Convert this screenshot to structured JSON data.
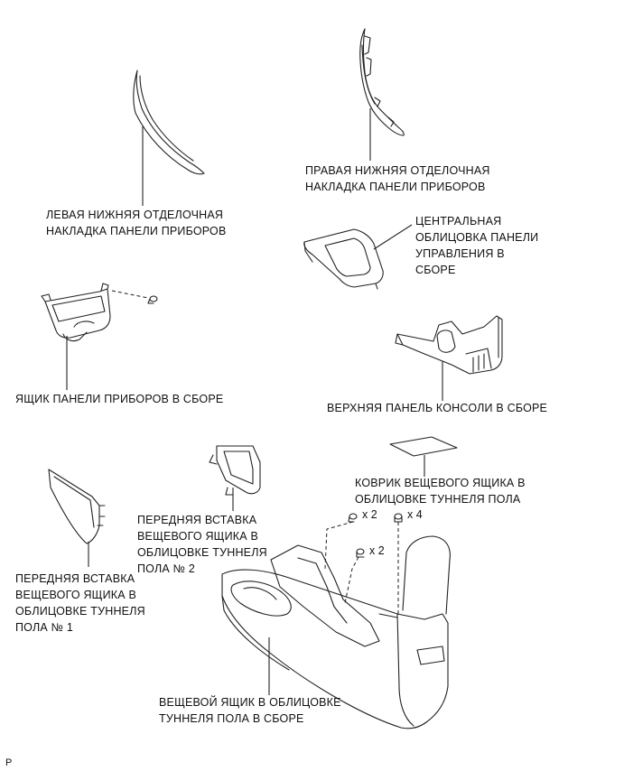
{
  "labels": {
    "lh_lower_panel": [
      "ЛЕВАЯ НИЖНЯЯ ОТДЕЛОЧНАЯ",
      "НАКЛАДКА ПАНЕЛИ ПРИБОРОВ"
    ],
    "rh_lower_panel": [
      "ПРАВАЯ НИЖНЯЯ ОТДЕЛОЧНАЯ",
      "НАКЛАДКА ПАНЕЛИ ПРИБОРОВ"
    ],
    "center_cluster": [
      "ЦЕНТРАЛЬНАЯ",
      "ОБЛИЦОВКА ПАНЕЛИ",
      "УПРАВЛЕНИЯ В",
      "СБОРЕ"
    ],
    "glove_box": [
      "ЯЩИК ПАНЕЛИ ПРИБОРОВ В СБОРЕ"
    ],
    "upper_console": [
      "ВЕРХНЯЯ ПАНЕЛЬ КОНСОЛИ В СБОРЕ"
    ],
    "box_mat": [
      "КОВРИК ВЕЩЕВОГО ЯЩИКА В",
      "ОБЛИЦОВКЕ ТУННЕЛЯ ПОЛА"
    ],
    "front_insert_2": [
      "ПЕРЕДНЯЯ ВСТАВКА",
      "ВЕЩЕВОГО ЯЩИКА В",
      "ОБЛИЦОВКЕ ТУННЕЛЯ",
      "ПОЛА № 2"
    ],
    "front_insert_1": [
      "ПЕРЕДНЯЯ ВСТАВКА",
      "ВЕЩЕВОГО ЯЩИКА В",
      "ОБЛИЦОВКЕ ТУННЕЛЯ",
      "ПОЛА № 1"
    ],
    "console_box": [
      "ВЕЩЕВОЙ ЯЩИК В ОБЛИЦОВКЕ",
      "ТУННЕЛЯ ПОЛА В СБОРЕ"
    ]
  },
  "quantities": {
    "screw_a": "x 2",
    "screw_b": "x 4",
    "screw_c": "x 2"
  },
  "corner_mark": "P"
}
